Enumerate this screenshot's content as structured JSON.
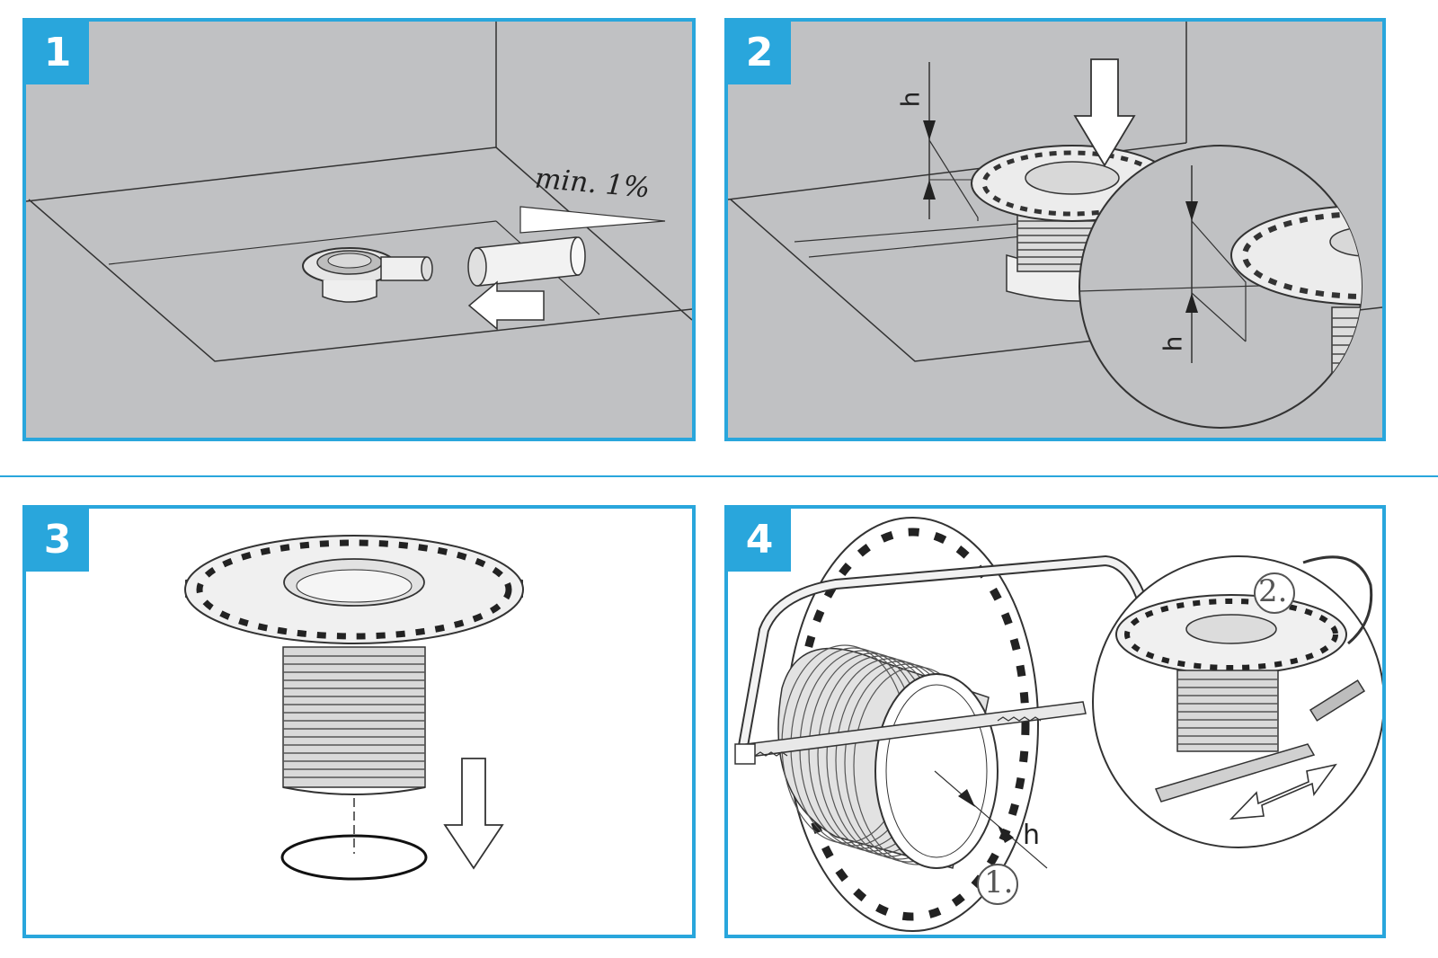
{
  "steps": [
    {
      "number": "1",
      "label_slope": "min. 1%"
    },
    {
      "number": "2",
      "label_h_top": "h",
      "label_h_detail": "h"
    },
    {
      "number": "3"
    },
    {
      "number": "4",
      "label_h": "h",
      "label_step1": "1.",
      "label_step2": "2."
    }
  ],
  "colors": {
    "frame": "#29a6dc",
    "scene_bg": "#c0c1c3",
    "line": "#333333"
  }
}
